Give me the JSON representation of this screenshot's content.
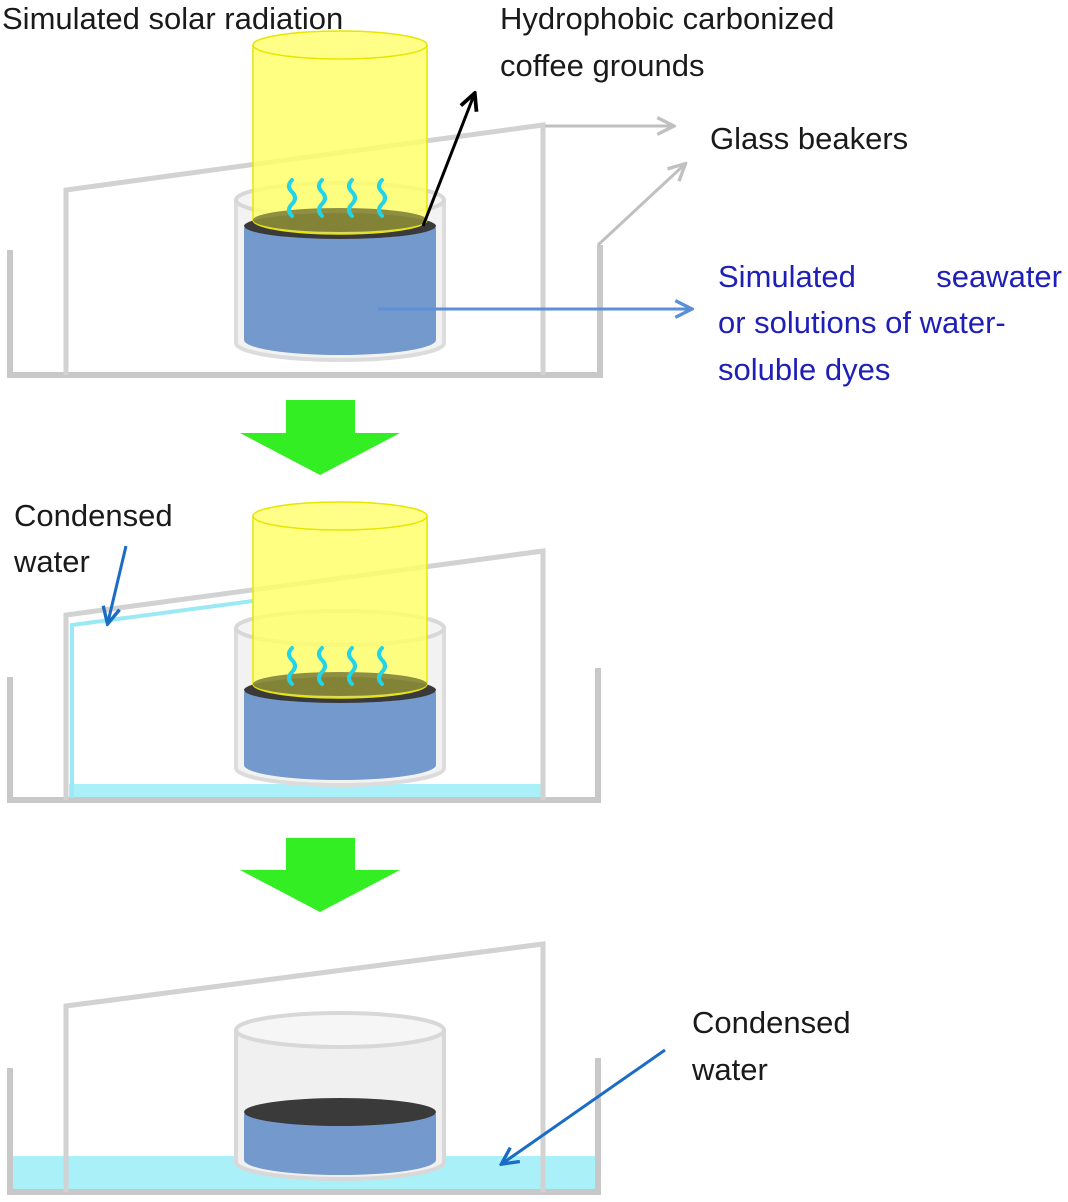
{
  "labels": {
    "solar": "Simulated solar radiation",
    "coffee_line1": "Hydrophobic carbonized",
    "coffee_line2": "coffee grounds",
    "beakers": "Glass beakers",
    "seawater_line1_a": "Simulated",
    "seawater_line1_b": "seawater",
    "seawater_line2": "or solutions of water-",
    "seawater_line3": "soluble dyes",
    "condensed1_line1": "Condensed",
    "condensed1_line2": "water",
    "condensed2_line1": "Condensed",
    "condensed2_line2": "water"
  },
  "colors": {
    "frame": "#c8c8c8",
    "light_cylinder": "#ffff66",
    "liquid": "#7499cc",
    "carbon": "#3a3a3a",
    "vapor": "#22d4e8",
    "condensed_water": "#aaf0f8",
    "flow_arrow": "#33ee22",
    "blue_pointer": "#1a6cc4",
    "light_blue_pointer": "#5b8fd6",
    "seawater_text": "#1f1fb8"
  }
}
